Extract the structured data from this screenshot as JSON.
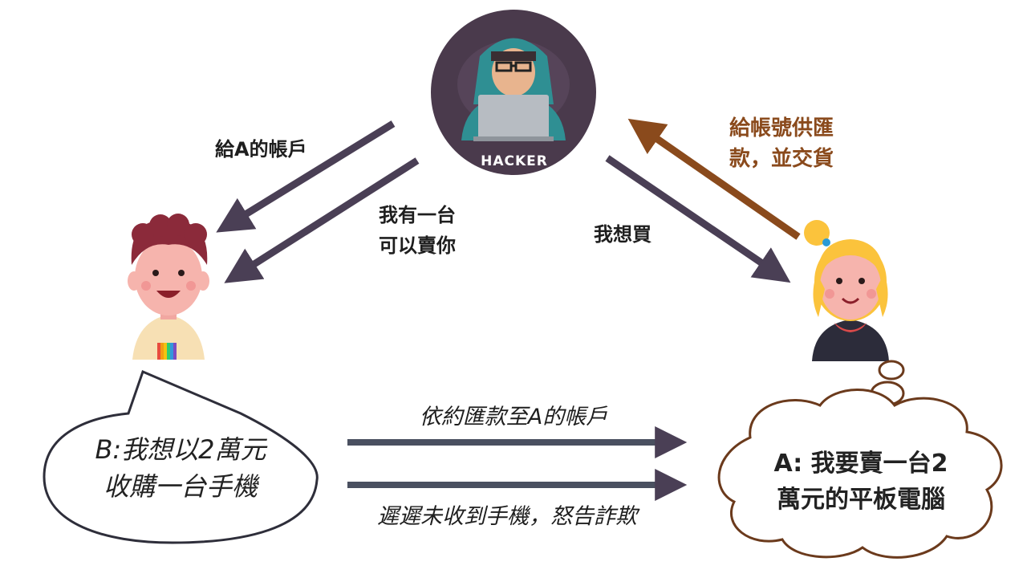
{
  "colors": {
    "arrow_dark": "#4a3f55",
    "arrow_brown": "#8a4a1c",
    "hacker_circle": "#4a3a4c",
    "hoodie": "#2f8f93",
    "laptop": "#b7bcc2"
  },
  "hacker": {
    "badge": "HACKER"
  },
  "labels": {
    "to_b_account": "給A的帳戶",
    "offer_line1": "我有一台",
    "offer_line2": "可以賣你",
    "want_buy": "我想買",
    "pay_line1": "給帳號供匯",
    "pay_line2": "款，並交貨",
    "remit": "依約匯款至A的帳戶",
    "not_received": "遲遲未收到手機，怒告詐欺"
  },
  "bubble_b": {
    "line1": "B:我想以2萬元",
    "line2": "收購一台手機"
  },
  "cloud_a": {
    "line1": "A: 我要賣一台2",
    "line2": "萬元的平板電腦"
  }
}
